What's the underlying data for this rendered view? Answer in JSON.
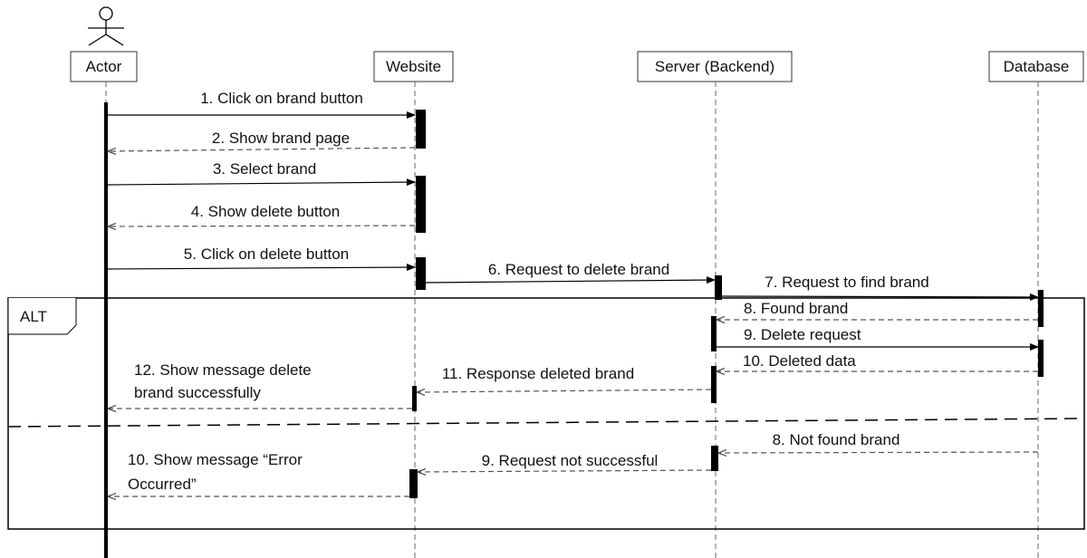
{
  "participants": {
    "actor": "Actor",
    "website": "Website",
    "server": "Server (Backend)",
    "database": "Database"
  },
  "fragment": {
    "label": "ALT"
  },
  "messages": {
    "m1": "1. Click on brand button",
    "m2": "2. Show brand page",
    "m3": "3. Select brand",
    "m4": "4. Show delete button",
    "m5": "5. Click on delete button",
    "m6": "6. Request to delete brand",
    "m7": "7. Request to find brand",
    "m8a": "8. Found brand",
    "m9a": "9. Delete request",
    "m10a": "10. Deleted data",
    "m11a": "11. Response deleted brand",
    "m12a_line1": "12. Show message delete",
    "m12a_line2": "brand successfully",
    "m8b": "8. Not found brand",
    "m9b": "9. Request not successful",
    "m10b_line1": "10. Show message “Error",
    "m10b_line2": "Occurred”"
  }
}
